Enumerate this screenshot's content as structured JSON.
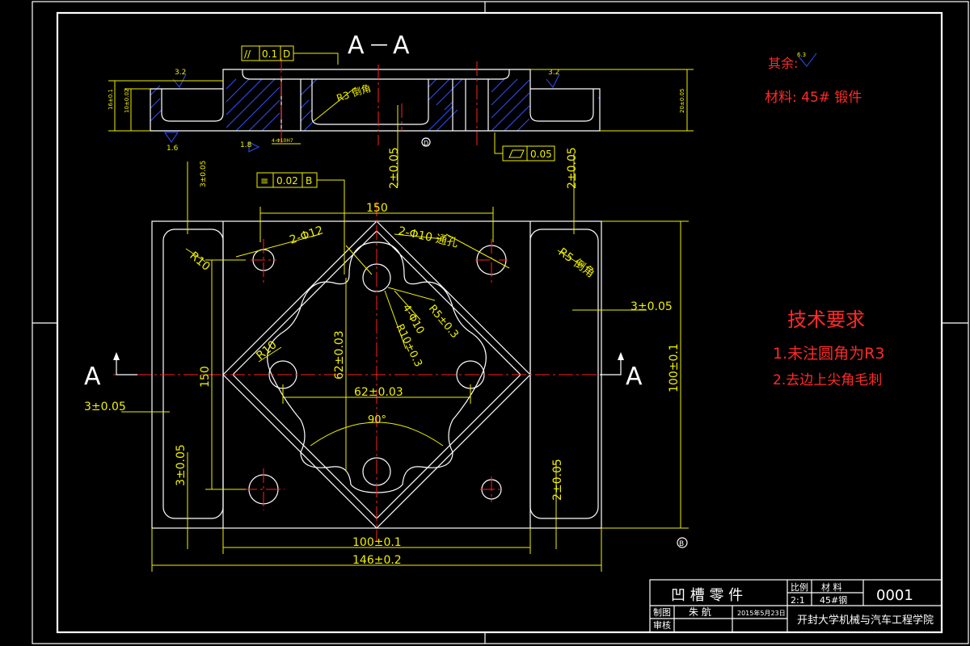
{
  "section": {
    "view_title_left": "A",
    "view_title_sep": "—",
    "view_title_right": "A",
    "parallelism_symbol": "//",
    "parallelism_tol": "0.1",
    "parallelism_datum": "D",
    "flatness_tol": "0.05",
    "roughness_top_left": "3.2",
    "roughness_top_right": "3.2",
    "roughness_bottom_left": "1.6",
    "roughness_bottom_mid": "1.8",
    "fillet_label": "R3 倒角",
    "bore_label": "4-Φ10H7",
    "datum_d": "D",
    "height_left_a": "16±0.1",
    "height_left_b": "10±0.02",
    "height_right": "20±0.05"
  },
  "plan": {
    "symmetry_symbol": "≡",
    "symmetry_tol": "0.02",
    "symmetry_datum": "B",
    "dim_150_top": "150",
    "dim_150_left": "150",
    "holes_12": "2-Φ12",
    "holes_10": "2-Φ10 通孔",
    "r10_left": "R10",
    "r5_right": "R5 倒角",
    "r5_inner": "R5±0.3",
    "r10_inner": "R10±0.3",
    "holes_4": "4-Φ10",
    "r10_center": "R10",
    "dim_62_v": "62±0.03",
    "dim_62_h": "62±0.03",
    "angle_90": "90°",
    "dim_3_right": "3±0.05",
    "dim_3_left": "3±0.05",
    "dim_3_bottom_left": "3±0.05",
    "dim_2_bottom_right": "2±0.05",
    "dim_3_top_left": "3±0.05",
    "dim_2_top_mid": "2±0.05",
    "dim_2_top_right": "2±0.05",
    "dim_100_h": "100±0.1",
    "dim_146": "146±0.2",
    "dim_100_v": "100±0.1",
    "datum_b": "B",
    "cut_a_left": "A",
    "cut_a_right": "A"
  },
  "notes": {
    "rest_label": "其余:",
    "rest_roughness": "6.3",
    "material": "材料: 45# 锻件",
    "tech_title": "技术要求",
    "req_1": "1.未注圆角为R3",
    "req_2": "2.去边上尖角毛刺"
  },
  "title_block": {
    "part_name": "凹 槽 零 件",
    "scale_label": "比例",
    "scale_value": "2:1",
    "material_label": "材 料",
    "material_value": "45#钢",
    "drawing_no": "0001",
    "drawn_label": "制图",
    "drawn_name": "朱 航",
    "date": "2015年5月23日",
    "check_label": "审核",
    "school": "开封大学机械与汽车工程学院"
  }
}
